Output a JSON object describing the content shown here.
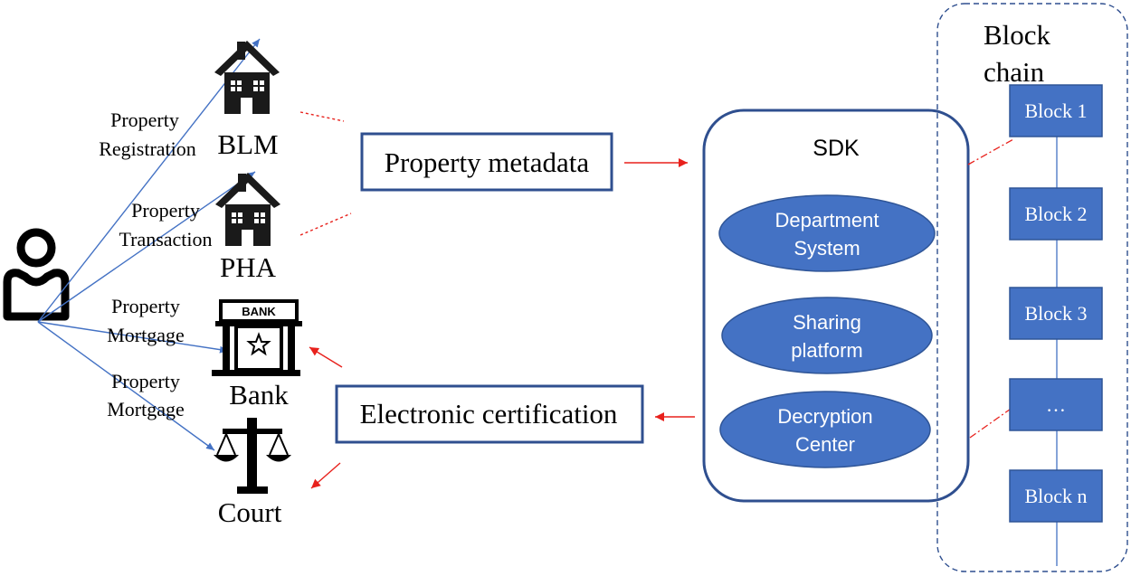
{
  "entities": {
    "blm": "BLM",
    "pha": "PHA",
    "bank": "Bank",
    "court": "Court"
  },
  "bank_sign": "BANK",
  "edge_labels": {
    "registration": [
      "Property",
      "Registration"
    ],
    "transaction": [
      "Property",
      "Transaction"
    ],
    "mortgage_bank": [
      "Property",
      "Mortgage"
    ],
    "mortgage_court": [
      "Property",
      "Mortgage"
    ]
  },
  "boxes": {
    "metadata": "Property metadata",
    "certification": "Electronic certification"
  },
  "sdk": {
    "title": "SDK",
    "components": [
      [
        "Department",
        "System"
      ],
      [
        "Sharing",
        "platform"
      ],
      [
        "Decryption",
        "Center"
      ]
    ]
  },
  "blockchain": {
    "title": [
      "Block",
      "chain"
    ],
    "blocks": [
      "Block 1",
      "Block 2",
      "Block 3",
      "…",
      "Block n"
    ]
  },
  "colors": {
    "blue_fill": "#4472c4",
    "dark_blue_border": "#2f4f8f",
    "blue_line": "#4472c4",
    "red_arrow": "#e8211c",
    "icon": "#1a1a1a"
  }
}
